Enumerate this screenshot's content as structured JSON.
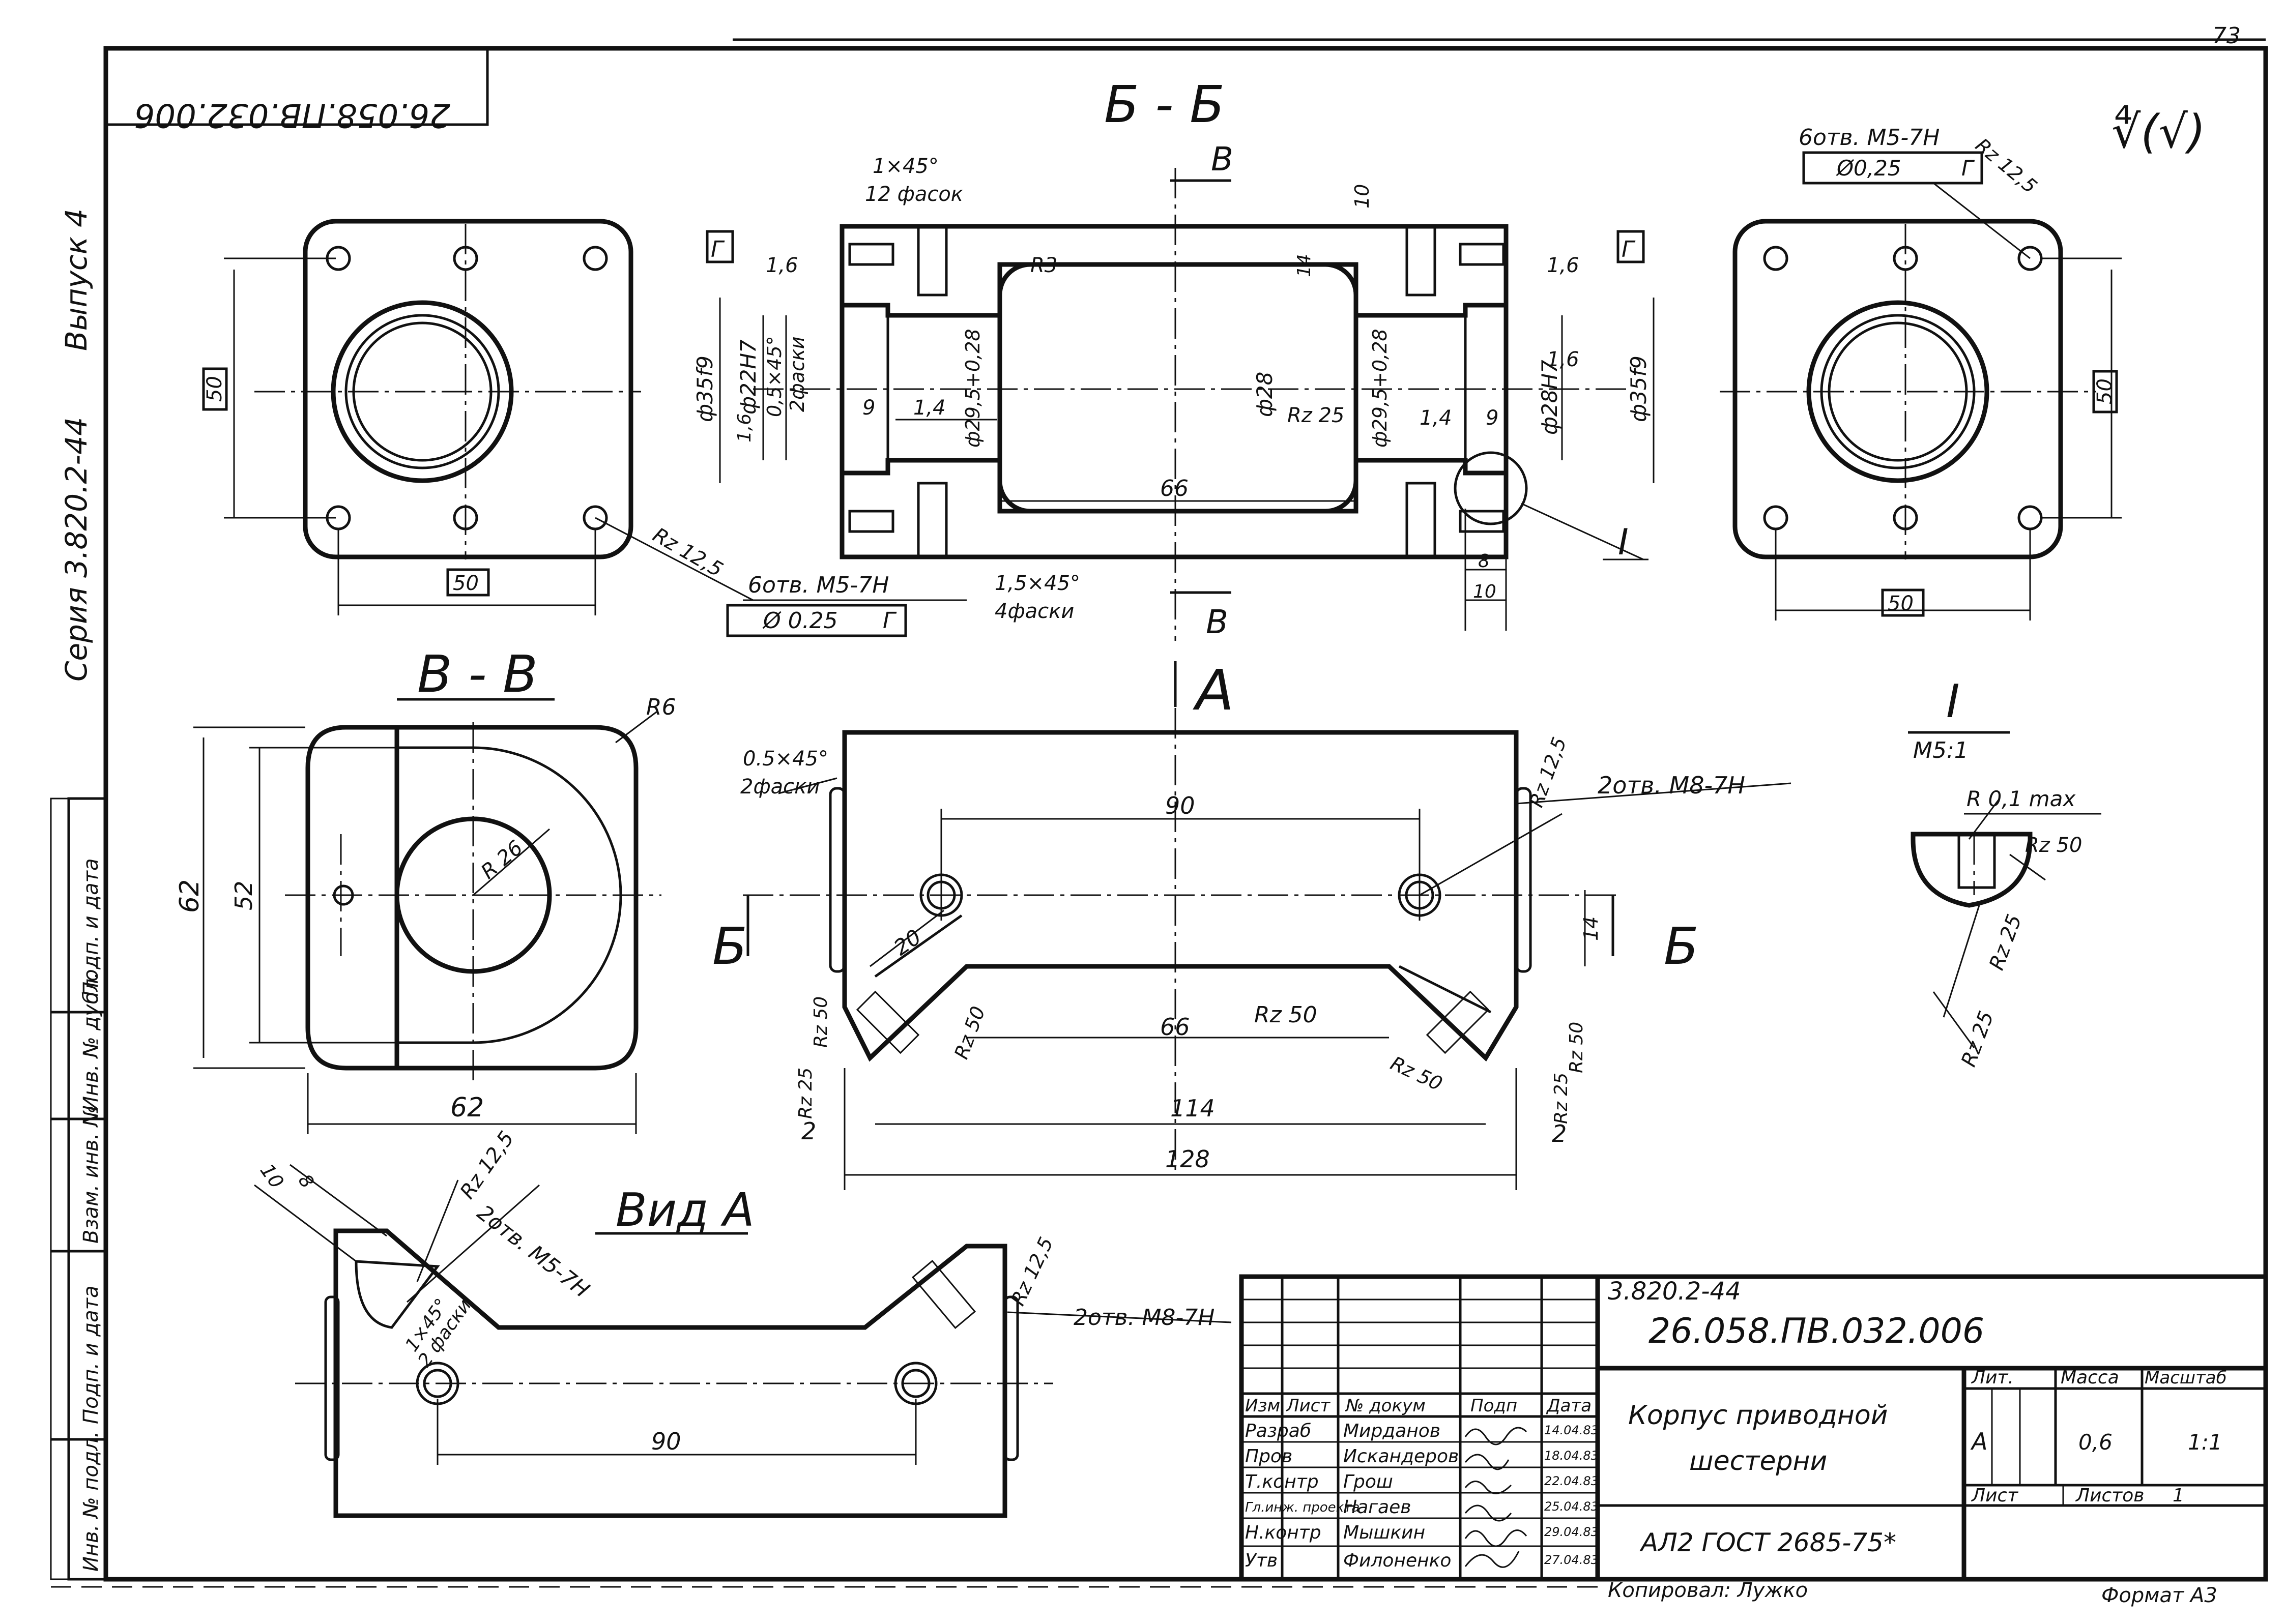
{
  "sheet": {
    "page_number": "73",
    "drawing_number_stamp": "26.058.ПВ.032.006",
    "roughness_symbol": "∜(√)",
    "copied_by": "Копировал: Лужко",
    "format": "Формат А3"
  },
  "margin": {
    "series": "Серия 3.820.2-44",
    "issue": "Выпуск 4",
    "cells": [
      "Подп. и дата",
      "Инв. № дубл.",
      "Взам. инв. №",
      "Подп. и дата",
      "Инв. № подл."
    ]
  },
  "views": {
    "section_bb": {
      "title": "Б - Б",
      "labels": [
        "1×45°",
        "12 фасок",
        "10",
        "В",
        "Г",
        "Г",
        "1,6",
        "1,6",
        "R3",
        "14",
        "1,6",
        "ф35f9",
        "ф22H7",
        "0,5×45°",
        "2фаски",
        "1,6",
        "9",
        "1,4",
        "ф29,5+0,28",
        "ф28",
        "Rz 25",
        "ф29,5+0,28",
        "1,4",
        "9",
        "ф28H7",
        "ф35f9",
        "66",
        "I",
        "8",
        "10",
        "1,5×45°",
        "4фаски",
        "В"
      ]
    },
    "left_end_view": {
      "labels": [
        "50",
        "50",
        "Rz 12,5",
        "6отв. М5-7Н",
        "Ø 0.25",
        "Г"
      ]
    },
    "right_end_view": {
      "labels": [
        "6отв. М5-7Н",
        "Ø0,25",
        "Г",
        "Rz 12,5",
        "50",
        "50"
      ]
    },
    "section_vv": {
      "title": "В - В",
      "labels": [
        "R6",
        "R 26",
        "62",
        "52",
        "62"
      ]
    },
    "front_view": {
      "labels": [
        "А",
        "0.5×45°",
        "2фаски",
        "Rz 12,5",
        "2отв. М8-7Н",
        "90",
        "20",
        "Б",
        "Б",
        "14",
        "Rz 50",
        "66",
        "Rz 50",
        "Rz 50",
        "Rz 50",
        "Rz 25",
        "Rz 25",
        "Rz 50",
        "114",
        "2",
        "2",
        "128"
      ]
    },
    "detail_i": {
      "title": "I",
      "scale": "М5:1",
      "labels": [
        "R 0,1 max",
        "Rz 50",
        "Rz 25",
        "Rz 25"
      ]
    },
    "view_a": {
      "title": "Вид А",
      "labels": [
        "10",
        "8",
        "Rz 12,5",
        "2отв. М5-7Н",
        "1×45°",
        "2 фаски",
        "Rz 12,5",
        "2отв. М8-7Н",
        "90"
      ]
    }
  },
  "title_block": {
    "series_code": "3.820.2-44",
    "document_number": "26.058.ПВ.032.006",
    "part_name_line1": "Корпус приводной",
    "part_name_line2": "шестерни",
    "material": "АЛ2  ГОСТ 2685-75*",
    "headers": [
      "Изм",
      "Лист",
      "№ докум",
      "Подп",
      "Дата"
    ],
    "roles": [
      {
        "role": "Разраб",
        "name": "Мирданов",
        "date": "14.04.83"
      },
      {
        "role": "Пров",
        "name": "Искандеров",
        "date": "18.04.83"
      },
      {
        "role": "Т.контр",
        "name": "Грош",
        "date": "22.04.83"
      },
      {
        "role": "Гл.инж. проекта",
        "name": "Нагаев",
        "date": "25.04.83"
      },
      {
        "role": "Н.контр",
        "name": "Мышкин",
        "date": "29.04.83"
      },
      {
        "role": "Утв",
        "name": "Филоненко",
        "date": "27.04.83"
      }
    ],
    "lit_header": "Лит.",
    "lit_value": "А",
    "mass_header": "Масса",
    "mass_value": "0,6",
    "scale_header": "Масштаб",
    "scale_value": "1:1",
    "sheet_label": "Лист",
    "sheets_label": "Листов",
    "sheets_value": "1"
  }
}
